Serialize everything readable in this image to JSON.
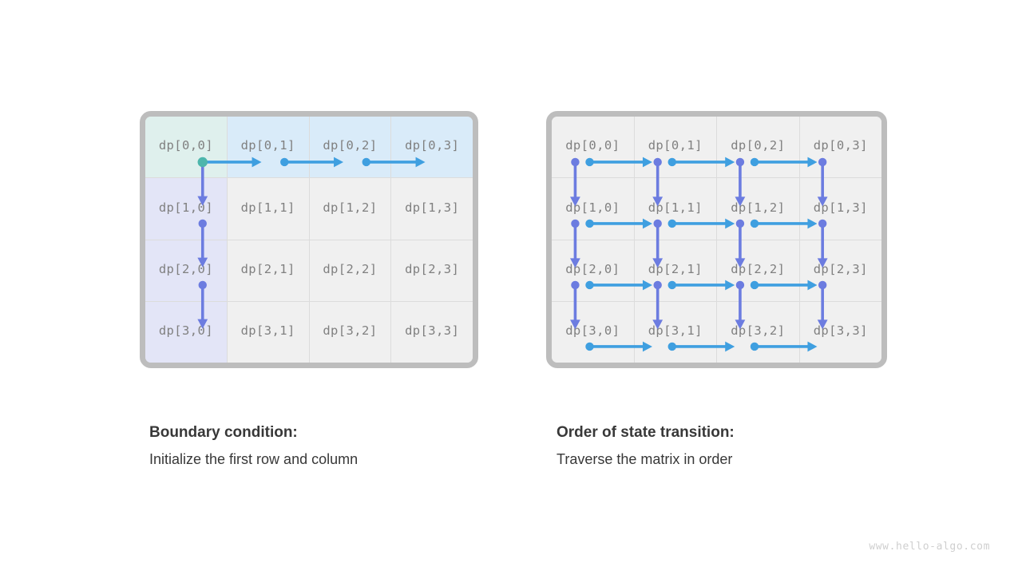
{
  "colors": {
    "arrow_right": "#3f9fe0",
    "arrow_down": "#6c7ce0",
    "start_dot": "#4db6ac",
    "cell_text": "#808080",
    "cell_default_bg": "#f0f0f0",
    "cell_teal_bg": "#dff0ed",
    "cell_blue_bg": "#d9ebf9",
    "cell_lavender_bg": "#e3e5f7",
    "frame_border": "#bdbdbd",
    "grid_line": "#dcdcdc",
    "caption_text": "#383838",
    "watermark_text": "#cfcfcf"
  },
  "left_panel": {
    "name": "boundary-condition-grid",
    "rows": 4,
    "cols": 4,
    "cells": [
      [
        {
          "label": "dp[0,0]",
          "tint": "teal"
        },
        {
          "label": "dp[0,1]",
          "tint": "blue"
        },
        {
          "label": "dp[0,2]",
          "tint": "blue"
        },
        {
          "label": "dp[0,3]",
          "tint": "blue"
        }
      ],
      [
        {
          "label": "dp[1,0]",
          "tint": "lav"
        },
        {
          "label": "dp[1,1]",
          "tint": "none"
        },
        {
          "label": "dp[1,2]",
          "tint": "none"
        },
        {
          "label": "dp[1,3]",
          "tint": "none"
        }
      ],
      [
        {
          "label": "dp[2,0]",
          "tint": "lav"
        },
        {
          "label": "dp[2,1]",
          "tint": "none"
        },
        {
          "label": "dp[2,2]",
          "tint": "none"
        },
        {
          "label": "dp[2,3]",
          "tint": "none"
        }
      ],
      [
        {
          "label": "dp[3,0]",
          "tint": "lav"
        },
        {
          "label": "dp[3,1]",
          "tint": "none"
        },
        {
          "label": "dp[3,2]",
          "tint": "none"
        },
        {
          "label": "dp[3,3]",
          "tint": "none"
        }
      ]
    ],
    "arrows": {
      "right": [
        {
          "from": "dp[0,0]",
          "to": "dp[0,1]"
        },
        {
          "from": "dp[0,1]",
          "to": "dp[0,2]"
        },
        {
          "from": "dp[0,2]",
          "to": "dp[0,3]"
        }
      ],
      "down": [
        {
          "from": "dp[0,0]",
          "to": "dp[1,0]"
        },
        {
          "from": "dp[1,0]",
          "to": "dp[2,0]"
        },
        {
          "from": "dp[2,0]",
          "to": "dp[3,0]"
        }
      ],
      "start_marker_at": "dp[0,0]"
    }
  },
  "right_panel": {
    "name": "state-transition-order-grid",
    "rows": 4,
    "cols": 4,
    "cells": [
      [
        {
          "label": "dp[0,0]",
          "tint": "none"
        },
        {
          "label": "dp[0,1]",
          "tint": "none"
        },
        {
          "label": "dp[0,2]",
          "tint": "none"
        },
        {
          "label": "dp[0,3]",
          "tint": "none"
        }
      ],
      [
        {
          "label": "dp[1,0]",
          "tint": "none"
        },
        {
          "label": "dp[1,1]",
          "tint": "none"
        },
        {
          "label": "dp[1,2]",
          "tint": "none"
        },
        {
          "label": "dp[1,3]",
          "tint": "none"
        }
      ],
      [
        {
          "label": "dp[2,0]",
          "tint": "none"
        },
        {
          "label": "dp[2,1]",
          "tint": "none"
        },
        {
          "label": "dp[2,2]",
          "tint": "none"
        },
        {
          "label": "dp[2,3]",
          "tint": "none"
        }
      ],
      [
        {
          "label": "dp[3,0]",
          "tint": "none"
        },
        {
          "label": "dp[3,1]",
          "tint": "none"
        },
        {
          "label": "dp[3,2]",
          "tint": "none"
        },
        {
          "label": "dp[3,3]",
          "tint": "none"
        }
      ]
    ],
    "arrows": {
      "right_rows": [
        0,
        1,
        2,
        3
      ],
      "right_per_row": 3,
      "down_cols": [
        0,
        1,
        2,
        3
      ],
      "down_per_col": 3
    }
  },
  "captions": {
    "left": {
      "title": "Boundary condition:",
      "body": "Initialize the first row and column"
    },
    "right": {
      "title": "Order of state transition:",
      "body": "Traverse the matrix in order"
    }
  },
  "watermark": "www.hello-algo.com"
}
